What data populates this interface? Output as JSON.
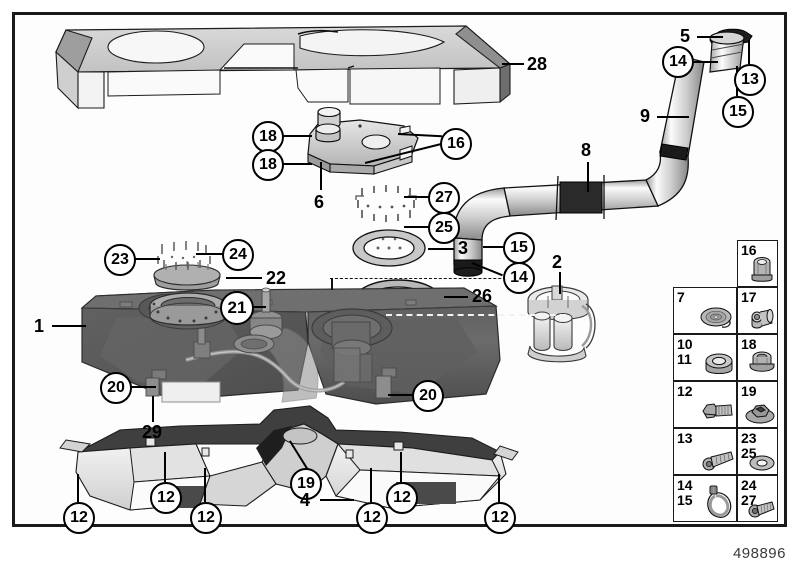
{
  "diagram": {
    "title": "Fuel tank and mounting parts exploded view",
    "part_number": "498896",
    "frame": {
      "stroke": "#1a1a1a"
    }
  },
  "callouts": [
    {
      "id": "c28",
      "label": "28"
    },
    {
      "id": "c5",
      "label": "5"
    },
    {
      "id": "c14t",
      "label": "14"
    },
    {
      "id": "c13",
      "label": "13"
    },
    {
      "id": "c15t",
      "label": "15"
    },
    {
      "id": "c9",
      "label": "9"
    },
    {
      "id": "c8",
      "label": "8"
    },
    {
      "id": "c18a",
      "label": "18"
    },
    {
      "id": "c18b",
      "label": "18"
    },
    {
      "id": "c16",
      "label": "16"
    },
    {
      "id": "c6",
      "label": "6"
    },
    {
      "id": "c27",
      "label": "27"
    },
    {
      "id": "c25",
      "label": "25"
    },
    {
      "id": "c3",
      "label": "3"
    },
    {
      "id": "c15b",
      "label": "15"
    },
    {
      "id": "c14b",
      "label": "14"
    },
    {
      "id": "c2",
      "label": "2"
    },
    {
      "id": "c23",
      "label": "23"
    },
    {
      "id": "c24",
      "label": "24"
    },
    {
      "id": "c22",
      "label": "22"
    },
    {
      "id": "c21",
      "label": "21"
    },
    {
      "id": "c26",
      "label": "26"
    },
    {
      "id": "c1",
      "label": "1"
    },
    {
      "id": "c20a",
      "label": "20"
    },
    {
      "id": "c20b",
      "label": "20"
    },
    {
      "id": "c29",
      "label": "29"
    },
    {
      "id": "c19",
      "label": "19"
    },
    {
      "id": "c4",
      "label": "4"
    },
    {
      "id": "c12a",
      "label": "12"
    },
    {
      "id": "c12b",
      "label": "12"
    },
    {
      "id": "c12c",
      "label": "12"
    },
    {
      "id": "c12d",
      "label": "12"
    },
    {
      "id": "c12e",
      "label": "12"
    },
    {
      "id": "c12f",
      "label": "12"
    }
  ],
  "legend": {
    "columns": [
      {
        "name": "left-column",
        "cells": [
          {
            "numbers": [
              "7"
            ],
            "icon": "hose-clamp-strip-icon"
          },
          {
            "numbers": [
              "10",
              "11"
            ],
            "icon": "rubber-grommet-ring-icon"
          },
          {
            "numbers": [
              "12"
            ],
            "icon": "hex-flange-bolt-icon"
          },
          {
            "numbers": [
              "13"
            ],
            "icon": "pan-head-screw-icon"
          },
          {
            "numbers": [
              "14",
              "15"
            ],
            "icon": "worm-drive-hose-clamp-icon"
          }
        ]
      },
      {
        "name": "right-column",
        "cells": [
          {
            "numbers": [
              "16"
            ],
            "icon": "cap-nut-icon"
          },
          {
            "numbers": [
              "17"
            ],
            "icon": "grommet-bushing-icon"
          },
          {
            "numbers": [
              "18"
            ],
            "icon": "flange-lock-nut-icon"
          },
          {
            "numbers": [
              "19"
            ],
            "icon": "large-flange-nut-icon"
          },
          {
            "numbers": [
              "23",
              "25"
            ],
            "icon": "flat-washer-icon"
          },
          {
            "numbers": [
              "24",
              "27"
            ],
            "icon": "flange-head-bolt-icon"
          }
        ]
      }
    ]
  },
  "parts": {
    "heat_shield_top": {
      "name": "28",
      "icon": "heat-shield-icon"
    },
    "filler_cap": {
      "name": "5",
      "icon": "filler-cap-icon"
    },
    "filler_neck_hose": {
      "name": "9",
      "icon": "filler-neck-hose-icon"
    },
    "hose_sleeve": {
      "name": "8",
      "icon": "hose-sleeve-icon"
    },
    "sender_cover_plate": {
      "name": "6",
      "icon": "sender-cover-plate-icon"
    },
    "lock_ring_small": {
      "name": "3",
      "icon": "lock-ring-icon"
    },
    "lock_ring_large": {
      "name": "26",
      "icon": "large-lock-ring-icon"
    },
    "fuel_pump_module": {
      "name": "2",
      "icon": "fuel-pump-module-icon"
    },
    "sender_flange": {
      "name": "22",
      "icon": "sender-flange-icon"
    },
    "flange_seal": {
      "name": "21",
      "icon": "flange-seal-icon"
    },
    "fuel_tank": {
      "name": "1",
      "icon": "fuel-tank-icon"
    },
    "under_shield": {
      "name": "4",
      "icon": "underbody-shield-icon"
    },
    "bracket": {
      "name": "29",
      "icon": "bracket-icon"
    }
  },
  "colors": {
    "line": "#000000",
    "frame": "#1a1a1a",
    "tank_dark": "#595959",
    "tank_mid": "#6e6e6e",
    "tank_light": "#8a8a8a",
    "metal_light": "#e3e3e3",
    "metal_mid": "#bdbdbd",
    "metal_dark": "#8d8d8d",
    "shield_light": "#ebebeb",
    "shield_dark": "#4a4a4a",
    "background": "#ffffff"
  }
}
